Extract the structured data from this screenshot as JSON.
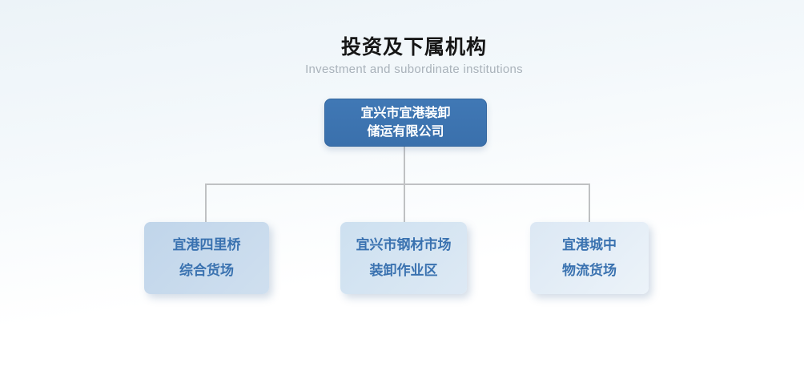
{
  "header": {
    "title": "投资及下属机构",
    "subtitle": "Investment and subordinate institutions"
  },
  "org_chart": {
    "root": {
      "name": "宜兴市宜港装卸储运有限公司",
      "line1": "宜兴市宜港装卸",
      "line2": "储运有限公司"
    },
    "children": [
      {
        "name": "宜港四里桥综合货场",
        "line1": "宜港四里桥",
        "line2": "综合货场"
      },
      {
        "name": "宜兴市钢材市场装卸作业区",
        "line1": "宜兴市钢材市场",
        "line2": "装卸作业区"
      },
      {
        "name": "宜港城中物流货场",
        "line1": "宜港城中",
        "line2": "物流货场"
      }
    ]
  },
  "colors": {
    "root_node_fill": "#3d73af",
    "child_node_text": "#3a72b0",
    "child_node_fill_1": "#c6d9ec",
    "child_node_fill_2": "#d4e3f1",
    "child_node_fill_3": "#e2ecf6",
    "connector_line": "#bfc1c3",
    "title_text": "#161616",
    "subtitle_text": "#a9b2ba",
    "background_top": "#ecf3f8",
    "background_bottom": "#ffffff"
  }
}
